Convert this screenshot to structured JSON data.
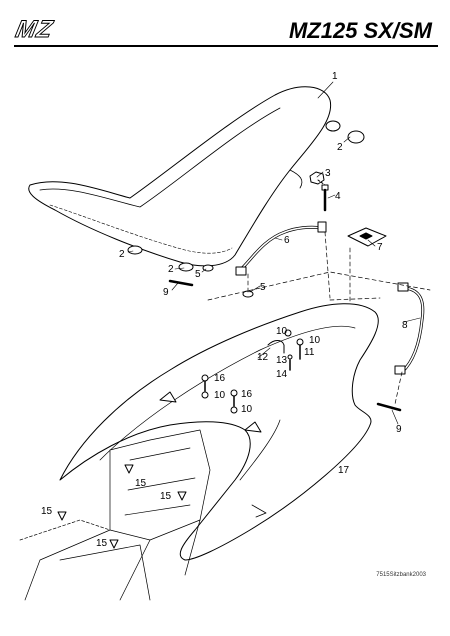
{
  "header": {
    "brand_logo_text": "MZ",
    "model_title": "MZ125 SX/SM"
  },
  "callouts": [
    "1",
    "2",
    "3",
    "4",
    "2",
    "2",
    "5",
    "9",
    "6",
    "5",
    "7",
    "8",
    "10",
    "10",
    "12",
    "11",
    "13",
    "14",
    "16",
    "10",
    "16",
    "10",
    "9",
    "17",
    "15",
    "15",
    "15",
    "15"
  ],
  "drawing_code": "7515Sitzbank2003"
}
